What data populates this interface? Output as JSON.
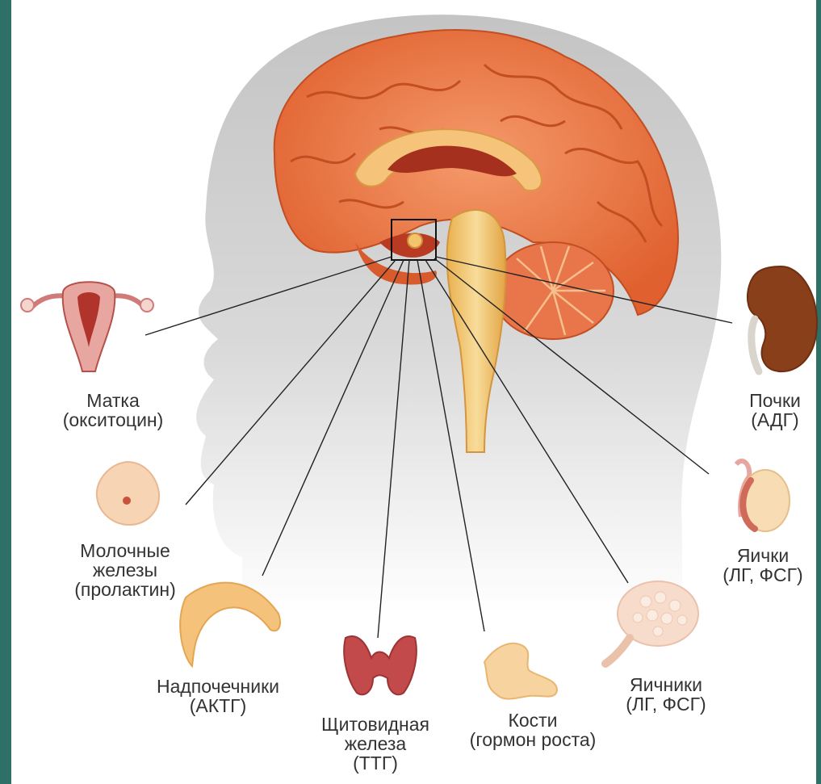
{
  "colors": {
    "frame": "#2e6f68",
    "silhouette": "#cfcfcf",
    "brain": "#e8703f",
    "brain_light": "#f7b58c",
    "stem": "#f2c46b",
    "line": "#222222",
    "text": "#333333"
  },
  "glands": [
    {
      "id": "uterus",
      "icon": "uterus-icon",
      "name": "Матка",
      "hormone": "(окситоцин)"
    },
    {
      "id": "breast",
      "icon": "breast-icon",
      "name": "Молочные",
      "name2": "железы",
      "hormone": "(пролактин)"
    },
    {
      "id": "adrenal",
      "icon": "adrenal-icon",
      "name": "Надпочечники",
      "hormone": "(АКТГ)"
    },
    {
      "id": "thyroid",
      "icon": "thyroid-icon",
      "name": "Щитовидная",
      "name2": "железа",
      "hormone": "(ТТГ)"
    },
    {
      "id": "bones",
      "icon": "bone-icon",
      "name": "Кости",
      "hormone": "(гормон роста)"
    },
    {
      "id": "ovaries",
      "icon": "ovary-icon",
      "name": "Яичники",
      "hormone": "(ЛГ, ФСГ)"
    },
    {
      "id": "testes",
      "icon": "testis-icon",
      "name": "Яички",
      "hormone": "(ЛГ, ФСГ)"
    },
    {
      "id": "kidneys",
      "icon": "kidney-icon",
      "name": "Почки",
      "hormone": "(АДГ)"
    }
  ]
}
